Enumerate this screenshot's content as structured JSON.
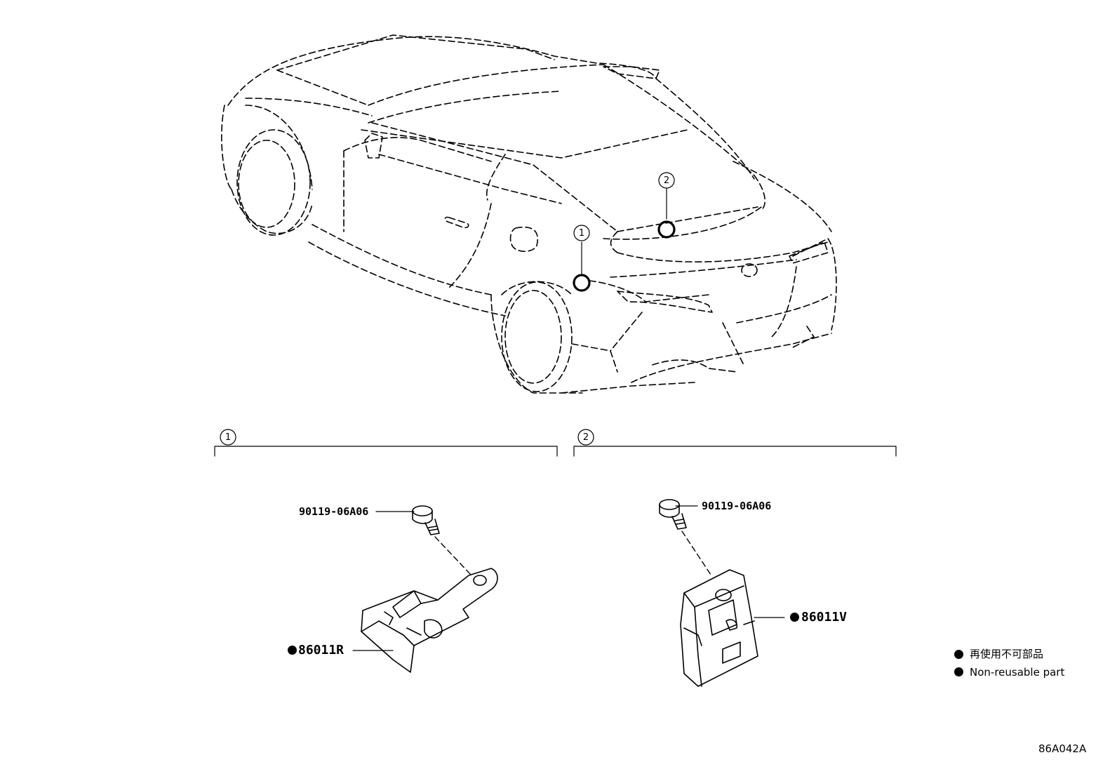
{
  "callouts": {
    "one": "1",
    "two": "2"
  },
  "section_one": {
    "number": "1",
    "bolt_part": "90119-06A06",
    "bracket_part": "86011R"
  },
  "section_two": {
    "number": "2",
    "bolt_part": "90119-06A06",
    "bracket_part": "86011V"
  },
  "legend": {
    "japanese": "再使用不可部品",
    "english": "Non-reusable part"
  },
  "drawing_code": "86A042A"
}
